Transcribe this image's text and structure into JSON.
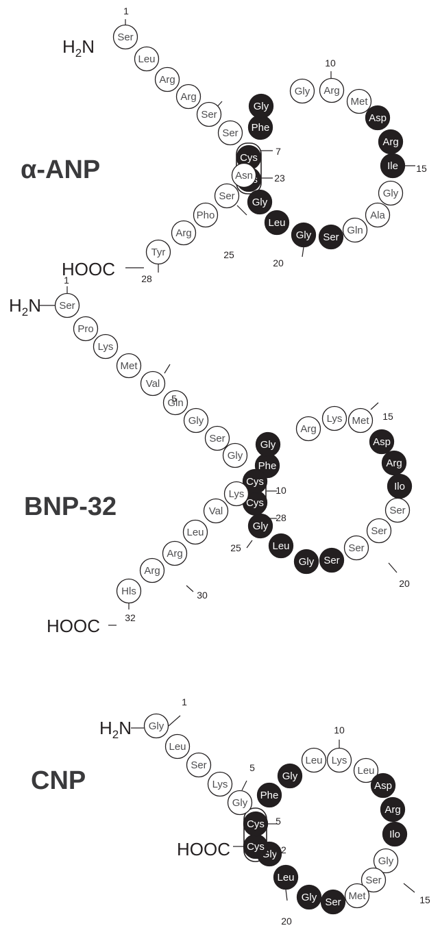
{
  "colors": {
    "filled": "#231f20",
    "outline": "#231f20",
    "open_fill": "#ffffff",
    "filled_text": "#ffffff",
    "open_text": "#4d4d4f",
    "title_text": "#3a3a3c"
  },
  "peptides": [
    {
      "title": "α-ANP",
      "n_terminus": "H2N",
      "c_terminus": "HOOC",
      "residues": [
        {
          "label": "Ser",
          "filled": false
        },
        {
          "label": "Leu",
          "filled": false
        },
        {
          "label": "Arg",
          "filled": false
        },
        {
          "label": "Arg",
          "filled": false
        },
        {
          "label": "Ser",
          "filled": false
        },
        {
          "label": "Ser",
          "filled": false
        },
        {
          "label": "Phe",
          "filled": true
        },
        {
          "label": "Gly",
          "filled": true
        },
        {
          "label": "Gly",
          "filled": false
        },
        {
          "label": "Arg",
          "filled": false
        },
        {
          "label": "Met",
          "filled": false
        },
        {
          "label": "Asp",
          "filled": true
        },
        {
          "label": "Arg",
          "filled": true
        },
        {
          "label": "Ile",
          "filled": true
        },
        {
          "label": "Gly",
          "filled": false
        },
        {
          "label": "Ala",
          "filled": false
        },
        {
          "label": "Gln",
          "filled": false
        },
        {
          "label": "Ser",
          "filled": true
        },
        {
          "label": "Gly",
          "filled": true
        },
        {
          "label": "Leu",
          "filled": true
        },
        {
          "label": "Gly",
          "filled": true
        },
        {
          "label": "Cys",
          "filled": true
        },
        {
          "label": "Cys",
          "filled": true
        },
        {
          "label": "Asn",
          "filled": false
        },
        {
          "label": "Ser",
          "filled": false
        },
        {
          "label": "Pho",
          "filled": false
        },
        {
          "label": "Arg",
          "filled": false
        },
        {
          "label": "Tyr",
          "filled": false
        }
      ],
      "numbers": [
        "1",
        "10",
        "7",
        "15",
        "23",
        "20",
        "25",
        "28"
      ]
    },
    {
      "title": "BNP-32",
      "n_terminus": "H2N",
      "c_terminus": "HOOC",
      "residues": [
        {
          "label": "Ser",
          "filled": false
        },
        {
          "label": "Pro",
          "filled": false
        },
        {
          "label": "Lys",
          "filled": false
        },
        {
          "label": "Met",
          "filled": false
        },
        {
          "label": "Val",
          "filled": false
        },
        {
          "label": "Gln",
          "filled": false
        },
        {
          "label": "Gly",
          "filled": false
        },
        {
          "label": "Ser",
          "filled": false
        },
        {
          "label": "Gly",
          "filled": false
        },
        {
          "label": "Phe",
          "filled": true
        },
        {
          "label": "Gly",
          "filled": true
        },
        {
          "label": "Arg",
          "filled": false
        },
        {
          "label": "Lys",
          "filled": false
        },
        {
          "label": "Met",
          "filled": false
        },
        {
          "label": "Asp",
          "filled": true
        },
        {
          "label": "Arg",
          "filled": true
        },
        {
          "label": "Ilo",
          "filled": true
        },
        {
          "label": "Ser",
          "filled": false
        },
        {
          "label": "Ser",
          "filled": false
        },
        {
          "label": "Ser",
          "filled": false
        },
        {
          "label": "Ser",
          "filled": true
        },
        {
          "label": "Gly",
          "filled": true
        },
        {
          "label": "Leu",
          "filled": true
        },
        {
          "label": "Gly",
          "filled": true
        },
        {
          "label": "Cys",
          "filled": true
        },
        {
          "label": "Cys",
          "filled": true
        },
        {
          "label": "Lys",
          "filled": false
        },
        {
          "label": "Val",
          "filled": false
        },
        {
          "label": "Leu",
          "filled": false
        },
        {
          "label": "Arg",
          "filled": false
        },
        {
          "label": "Arg",
          "filled": false
        },
        {
          "label": "Hls",
          "filled": false
        }
      ],
      "numbers": [
        "1",
        "5",
        "15",
        "10",
        "28",
        "25",
        "20",
        "30",
        "32"
      ]
    },
    {
      "title": "CNP",
      "n_terminus": "H2N",
      "c_terminus": "HOOC",
      "residues": [
        {
          "label": "Gly",
          "filled": false
        },
        {
          "label": "Leu",
          "filled": false
        },
        {
          "label": "Ser",
          "filled": false
        },
        {
          "label": "Lys",
          "filled": false
        },
        {
          "label": "Gly",
          "filled": false
        },
        {
          "label": "Phe",
          "filled": true
        },
        {
          "label": "Gly",
          "filled": true
        },
        {
          "label": "Leu",
          "filled": false
        },
        {
          "label": "Lys",
          "filled": false
        },
        {
          "label": "Leu",
          "filled": false
        },
        {
          "label": "Asp",
          "filled": true
        },
        {
          "label": "Arg",
          "filled": true
        },
        {
          "label": "Ilo",
          "filled": true
        },
        {
          "label": "Gly",
          "filled": false
        },
        {
          "label": "Ser",
          "filled": false
        },
        {
          "label": "Met",
          "filled": false
        },
        {
          "label": "Ser",
          "filled": true
        },
        {
          "label": "Gly",
          "filled": true
        },
        {
          "label": "Leu",
          "filled": true
        },
        {
          "label": "Gly",
          "filled": true
        },
        {
          "label": "Cys",
          "filled": true
        },
        {
          "label": "Cys",
          "filled": true
        }
      ],
      "numbers": [
        "1",
        "10",
        "5",
        "5",
        "22",
        "15",
        "20"
      ]
    }
  ]
}
